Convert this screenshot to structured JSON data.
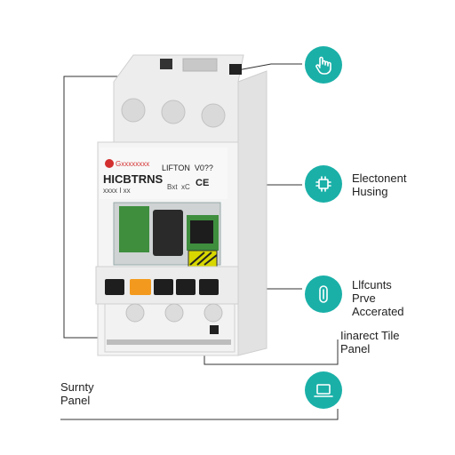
{
  "theme": {
    "accent": "#1ab0a8",
    "line": "#333333",
    "device": "#eeeeee"
  },
  "device": {
    "brand_label": "Gxxxxxxxx",
    "model_label": "HICBTRNS",
    "small_label": "xxxx I xx",
    "top_right_label": "LIFTON  V0??",
    "rating_label": "Bxt  xC",
    "ce_mark": "CE"
  },
  "callouts": [
    {
      "id": "touch",
      "icon": "touch-hand-icon",
      "text": ""
    },
    {
      "id": "housing",
      "icon": "circuit-chip-icon",
      "text": "Electonent\nHusing"
    },
    {
      "id": "accerated",
      "icon": "capsule-icon",
      "text": "Llfcunts\nPrve\nAccerated"
    },
    {
      "id": "tile-panel",
      "icon": "",
      "text": "Iinarect Tile\nPanel"
    },
    {
      "id": "surnty",
      "icon": "laptop-icon",
      "text": "Surnty\nPanel"
    }
  ]
}
